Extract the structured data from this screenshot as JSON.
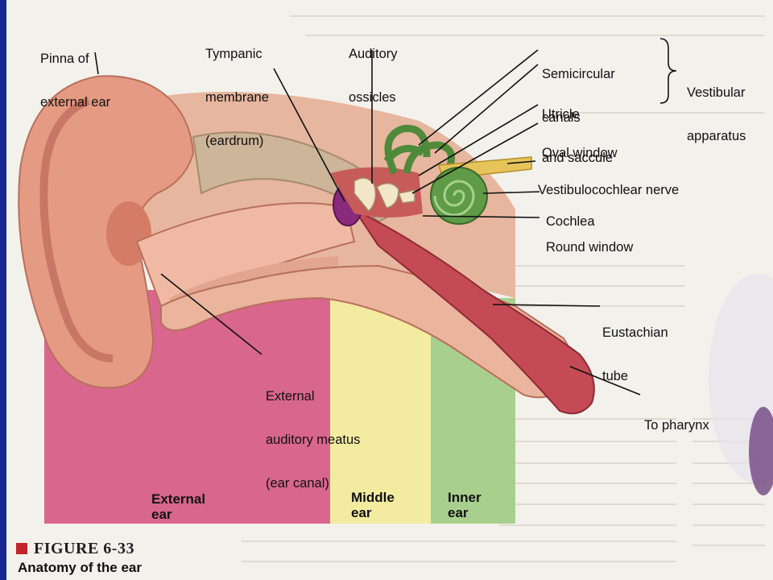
{
  "labels": {
    "pinna": [
      "Pinna of",
      "external ear"
    ],
    "tympanic": [
      "Tympanic",
      "membrane",
      "(eardrum)"
    ],
    "ossicles": [
      "Auditory",
      "ossicles"
    ],
    "semicircular": [
      "Semicircular",
      "canals"
    ],
    "utricle": [
      "Utricle",
      "and saccule"
    ],
    "vestibular": [
      "Vestibular",
      "apparatus"
    ],
    "oval_window": [
      "Oval window"
    ],
    "vestibulocochlear": [
      "Vestibulocochlear nerve"
    ],
    "cochlea": [
      "Cochlea"
    ],
    "round_window": [
      "Round window"
    ],
    "eustachian": [
      "Eustachian",
      "tube"
    ],
    "meatus": [
      "External",
      "auditory meatus",
      "(ear canal)"
    ],
    "pharynx": [
      "To pharynx"
    ]
  },
  "zones": {
    "external": [
      "External",
      "ear"
    ],
    "middle": [
      "Middle",
      "ear"
    ],
    "inner": [
      "Inner",
      "ear"
    ]
  },
  "figure": {
    "number": "FIGURE 6-33",
    "caption": "Anatomy of the ear"
  },
  "colors": {
    "external_zone": "#d9668c",
    "middle_zone": "#f3eca0",
    "inner_zone": "#a9cf8e",
    "skin": "#e8a088",
    "canal_red": "#c44a55",
    "cochlea_green": "#4f8a3a",
    "accent_bar": "#1b2790"
  }
}
